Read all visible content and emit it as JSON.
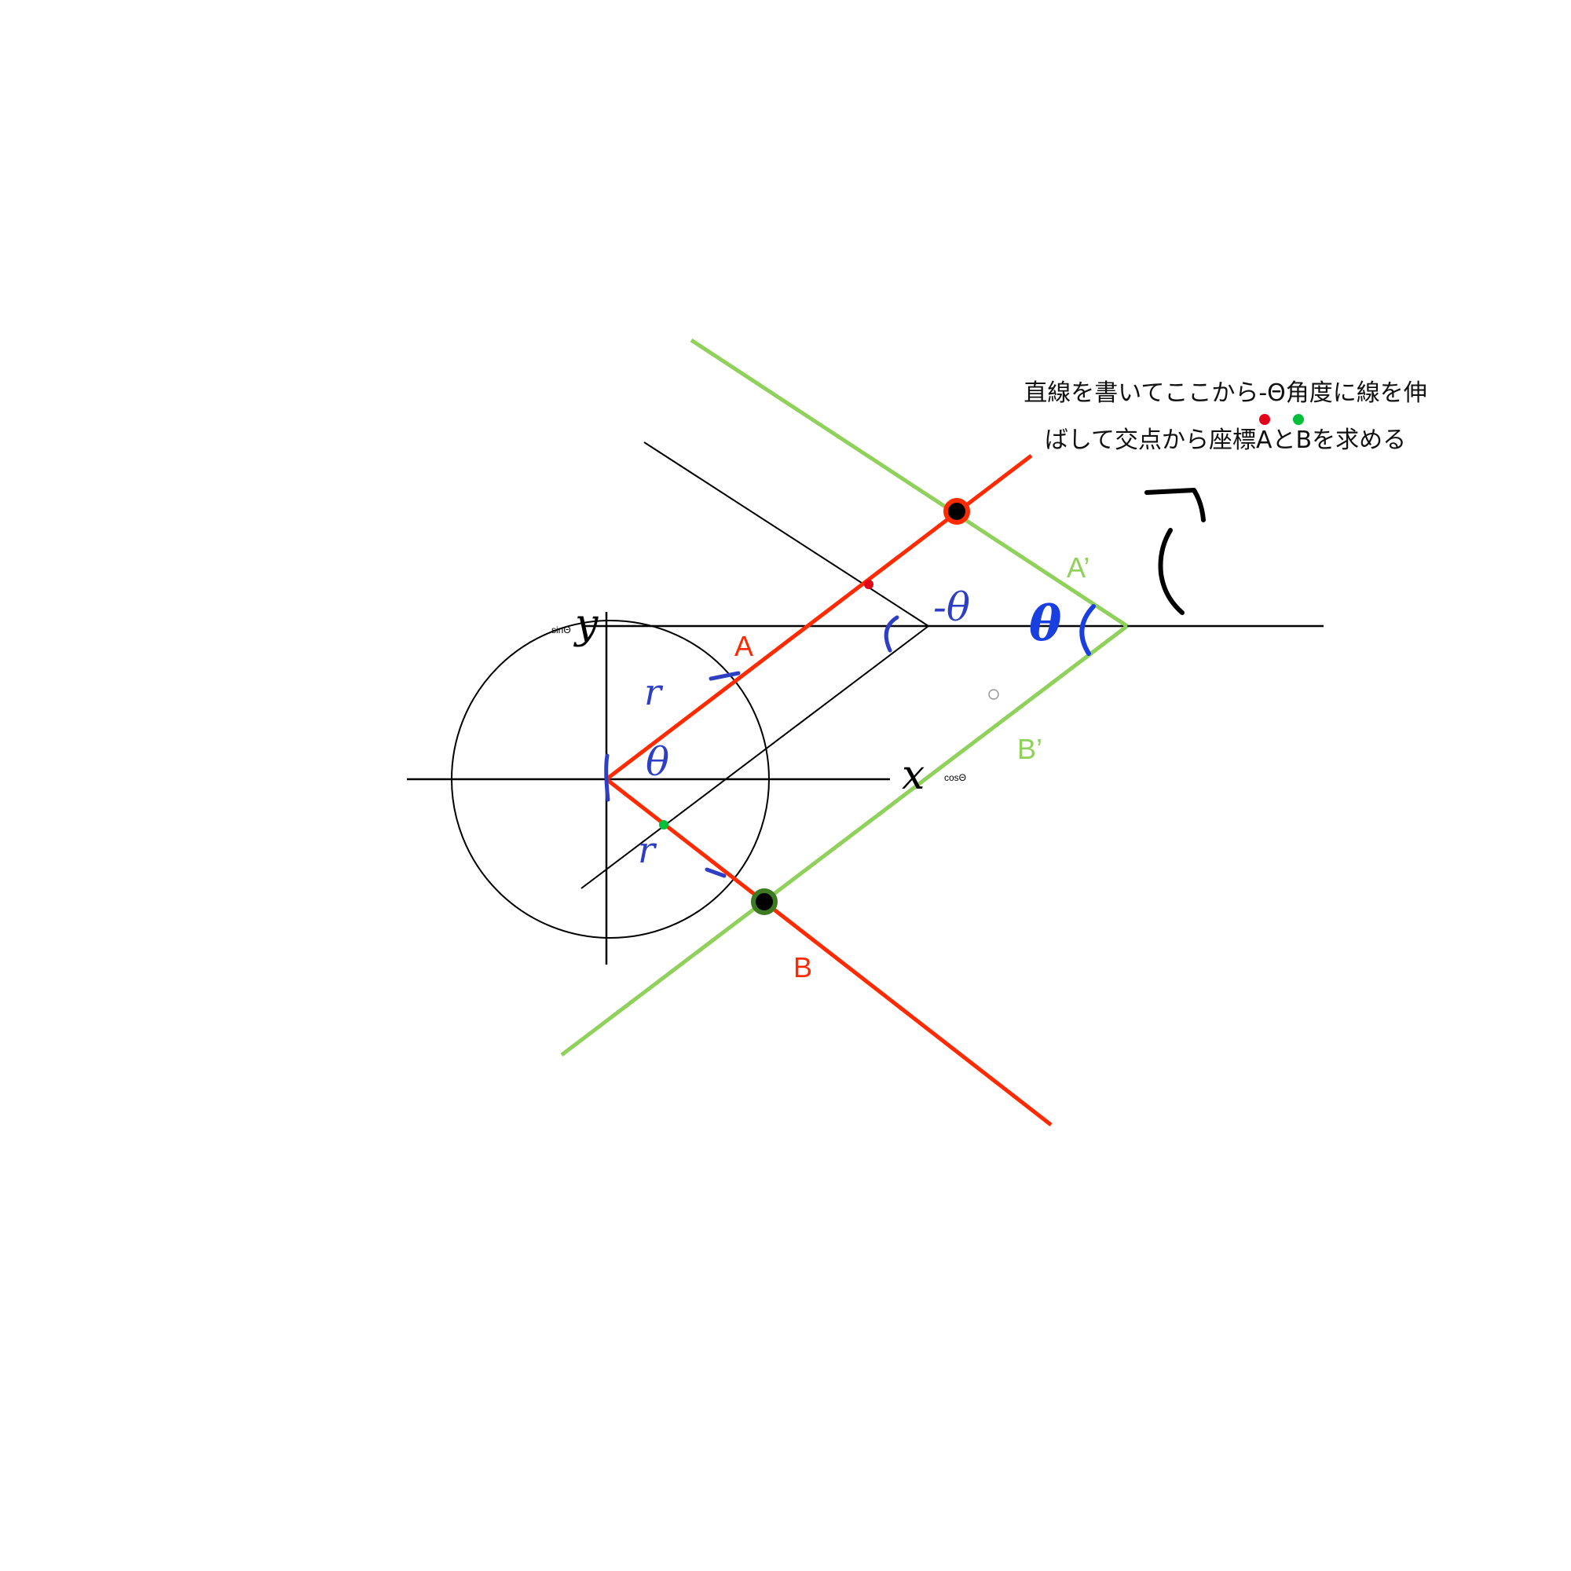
{
  "note": {
    "line1": "直線を書いてここから-Θ角度に線を伸",
    "line2": "ばして交点から座標AとBを求める"
  },
  "labels": {
    "A": "A",
    "B": "B",
    "A_prime": "A’",
    "B_prime": "B’",
    "r_upper": "r",
    "r_lower": "r",
    "theta_origin": "θ",
    "theta_right": "θ",
    "neg_theta": "-θ",
    "x_axis": "x",
    "y_axis": "y",
    "cos": "cosΘ",
    "sin": "sinΘ"
  },
  "colors": {
    "red": "#ff2a00",
    "green": "#8fd15a",
    "blue": "#2f3fc4",
    "bright_blue": "#1a3fe0",
    "black": "#000000",
    "dot_red": "#e3001b",
    "dot_green": "#00c03a"
  }
}
